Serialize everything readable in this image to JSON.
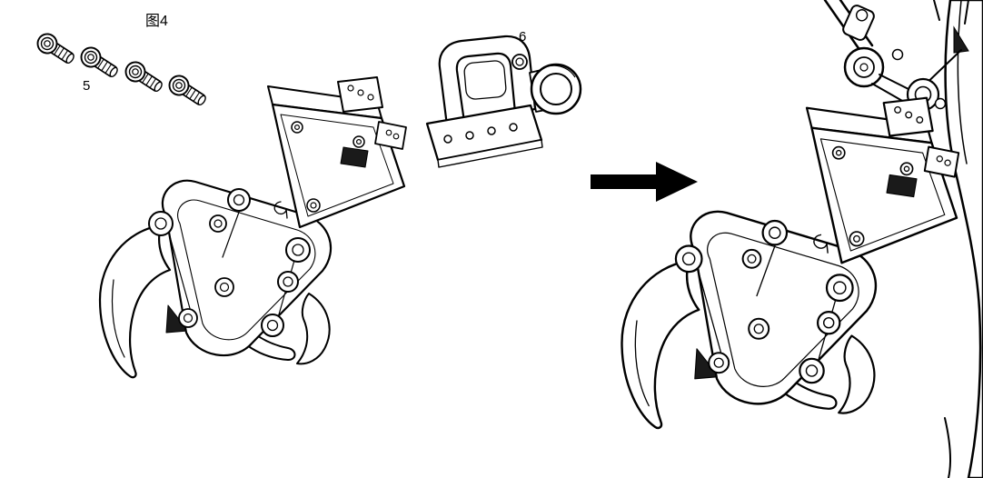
{
  "figure": {
    "caption": "图4",
    "labels": {
      "screws": "5",
      "bracket": "6"
    }
  },
  "parts": {
    "screws_count": 4,
    "steps": [
      "gripper-with-loose-parts",
      "gripper-mounted-on-arm"
    ]
  },
  "colors": {
    "background": "#ffffff",
    "line": "#000000",
    "fill": "#ffffff",
    "shade": "#1a1a1a",
    "arrow": "#000000"
  }
}
